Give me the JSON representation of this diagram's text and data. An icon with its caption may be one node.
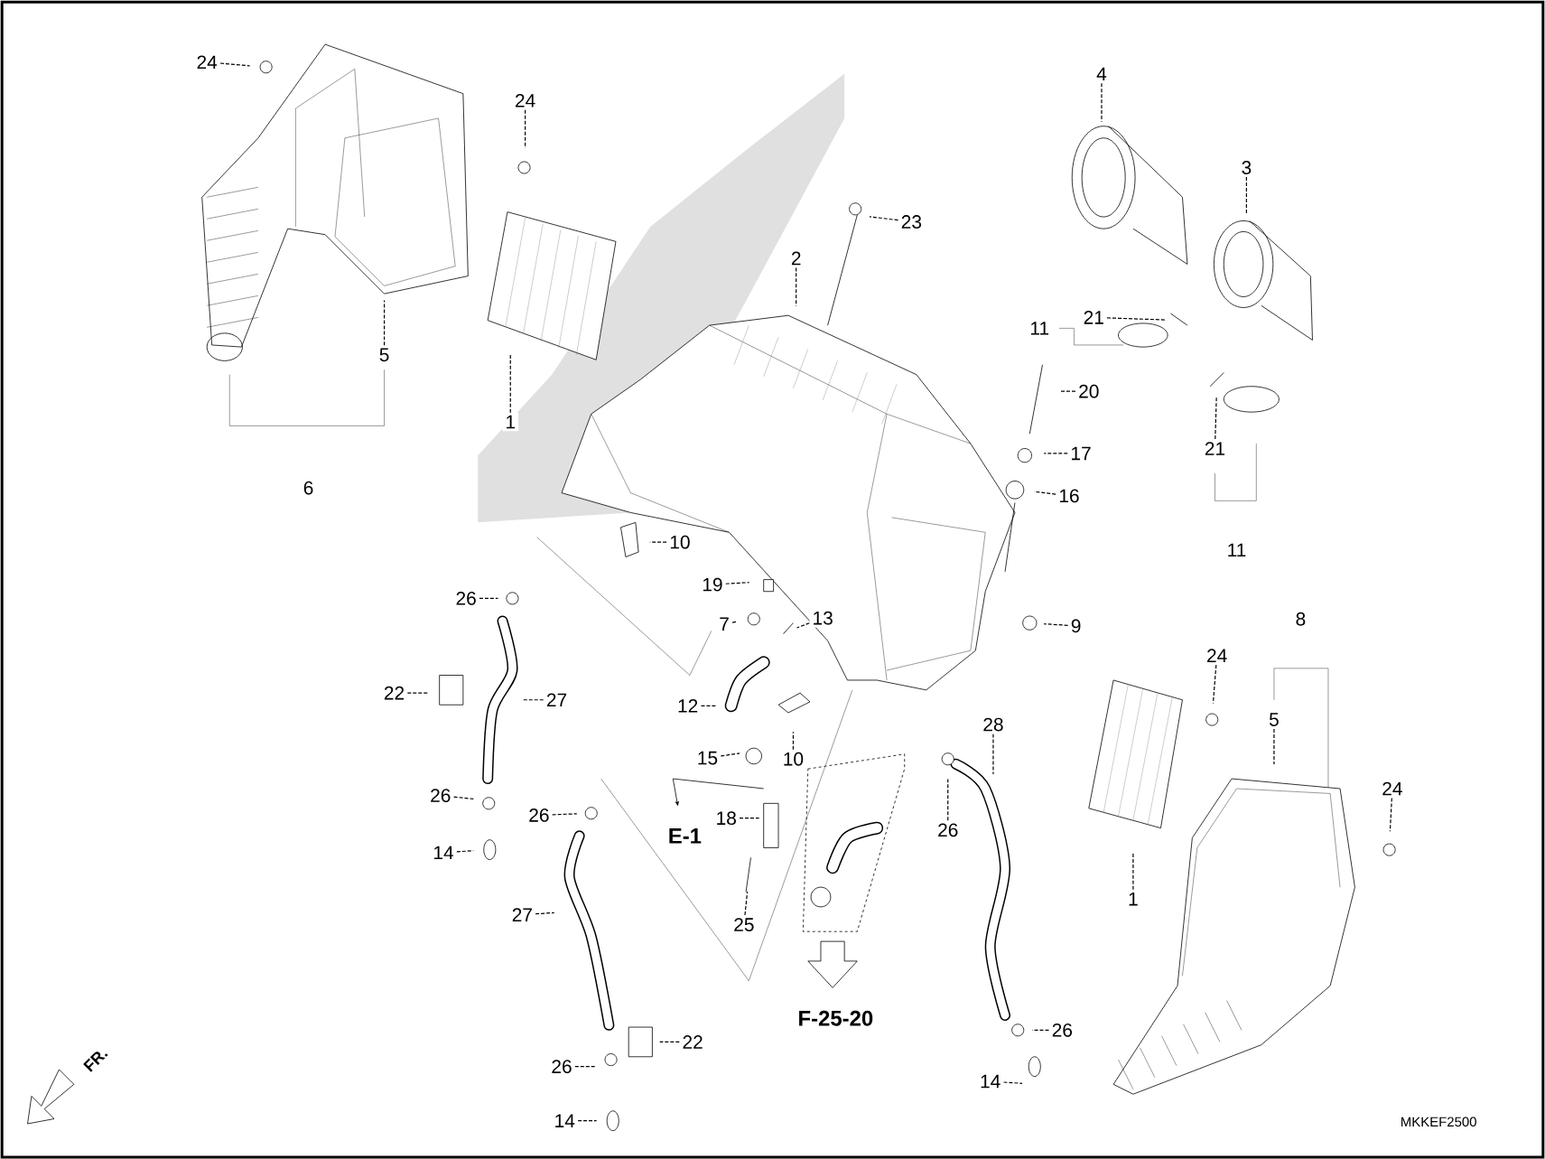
{
  "diagram": {
    "nodes": [
      {
        "text": [
          "24"
        ]
      },
      {
        "text": [
          "24"
        ]
      },
      {
        "text": [
          "1"
        ]
      },
      {
        "text": [
          "5"
        ]
      },
      {
        "text": [
          "6"
        ]
      },
      {
        "text": [
          "2"
        ]
      },
      {
        "text": [
          "23"
        ]
      },
      {
        "text": [
          "4"
        ]
      },
      {
        "text": [
          "3"
        ]
      },
      {
        "text": [
          "11"
        ]
      },
      {
        "text": [
          "21"
        ]
      },
      {
        "text": [
          "20"
        ]
      },
      {
        "text": [
          "17"
        ]
      },
      {
        "text": [
          "16"
        ]
      },
      {
        "text": [
          "21"
        ]
      },
      {
        "text": [
          "11"
        ]
      },
      {
        "text": [
          "10"
        ]
      },
      {
        "text": [
          "19"
        ]
      },
      {
        "text": [
          "7"
        ]
      },
      {
        "text": [
          "13"
        ]
      },
      {
        "text": [
          "9"
        ]
      },
      {
        "text": [
          "26"
        ]
      },
      {
        "text": [
          "22"
        ]
      },
      {
        "text": [
          "27"
        ]
      },
      {
        "text": [
          "12"
        ]
      },
      {
        "text": [
          "10"
        ]
      },
      {
        "text": [
          "15"
        ]
      },
      {
        "text": [
          "26"
        ]
      },
      {
        "text": [
          "14"
        ]
      },
      {
        "text": [
          "26"
        ]
      },
      {
        "text": [
          "18"
        ]
      },
      {
        "text": [
          "25"
        ]
      },
      {
        "text": [
          "27"
        ]
      },
      {
        "text": [
          "22"
        ]
      },
      {
        "text": [
          "26"
        ]
      },
      {
        "text": [
          "14"
        ]
      },
      {
        "text": [
          "28"
        ]
      },
      {
        "text": [
          "26"
        ]
      },
      {
        "text": [
          "26"
        ]
      },
      {
        "text": [
          "14"
        ]
      },
      {
        "text": [
          "8"
        ]
      },
      {
        "text": [
          "5"
        ]
      },
      {
        "text": [
          "24"
        ]
      },
      {
        "text": [
          "1"
        ]
      },
      {
        "text": [
          "24"
        ]
      }
    ],
    "edges": [
      {
        "from": 0,
        "to": null,
        "arrow": "none"
      },
      {
        "from": 1,
        "to": null,
        "arrow": "none"
      },
      {
        "from": 2,
        "to": null,
        "arrow": "none"
      },
      {
        "from": 3,
        "to": null,
        "arrow": "none"
      },
      {
        "from": 5,
        "to": null,
        "arrow": "none"
      },
      {
        "from": 6,
        "to": null,
        "arrow": "none"
      },
      {
        "from": 7,
        "to": null,
        "arrow": "none"
      },
      {
        "from": 8,
        "to": null,
        "arrow": "none"
      },
      {
        "from": 10,
        "to": null,
        "arrow": "none"
      },
      {
        "from": 11,
        "to": null,
        "arrow": "none"
      },
      {
        "from": 12,
        "to": null,
        "arrow": "none"
      },
      {
        "from": 13,
        "to": null,
        "arrow": "none"
      },
      {
        "from": 14,
        "to": null,
        "arrow": "none"
      },
      {
        "from": 16,
        "to": null,
        "arrow": "none"
      },
      {
        "from": 17,
        "to": null,
        "arrow": "none"
      },
      {
        "from": 18,
        "to": null,
        "arrow": "none"
      },
      {
        "from": 19,
        "to": null,
        "arrow": "none"
      },
      {
        "from": 20,
        "to": null,
        "arrow": "none"
      },
      {
        "from": 21,
        "to": null,
        "arrow": "none"
      },
      {
        "from": 22,
        "to": null,
        "arrow": "none"
      },
      {
        "from": 23,
        "to": null,
        "arrow": "none"
      },
      {
        "from": 24,
        "to": null,
        "arrow": "none"
      },
      {
        "from": 25,
        "to": null,
        "arrow": "none"
      },
      {
        "from": 26,
        "to": null,
        "arrow": "none"
      },
      {
        "from": 27,
        "to": null,
        "arrow": "none"
      },
      {
        "from": 28,
        "to": null,
        "arrow": "none"
      },
      {
        "from": 29,
        "to": null,
        "arrow": "none"
      },
      {
        "from": 30,
        "to": null,
        "arrow": "none"
      },
      {
        "from": 31,
        "to": null,
        "arrow": "none"
      },
      {
        "from": 32,
        "to": null,
        "arrow": "none"
      },
      {
        "from": 33,
        "to": null,
        "arrow": "none"
      },
      {
        "from": 34,
        "to": null,
        "arrow": "none"
      },
      {
        "from": 35,
        "to": null,
        "arrow": "none"
      },
      {
        "from": 36,
        "to": null,
        "arrow": "none"
      },
      {
        "from": 37,
        "to": null,
        "arrow": "none"
      },
      {
        "from": 38,
        "to": null,
        "arrow": "none"
      },
      {
        "from": 39,
        "to": null,
        "arrow": "none"
      },
      {
        "from": 41,
        "to": null,
        "arrow": "none"
      },
      {
        "from": 42,
        "to": null,
        "arrow": "none"
      },
      {
        "from": 43,
        "to": null,
        "arrow": "none"
      },
      {
        "from": 44,
        "to": null,
        "arrow": "none"
      }
    ],
    "labels": [
      "E-1",
      "F-25-20",
      "FR.",
      "MKKEF2500"
    ]
  }
}
